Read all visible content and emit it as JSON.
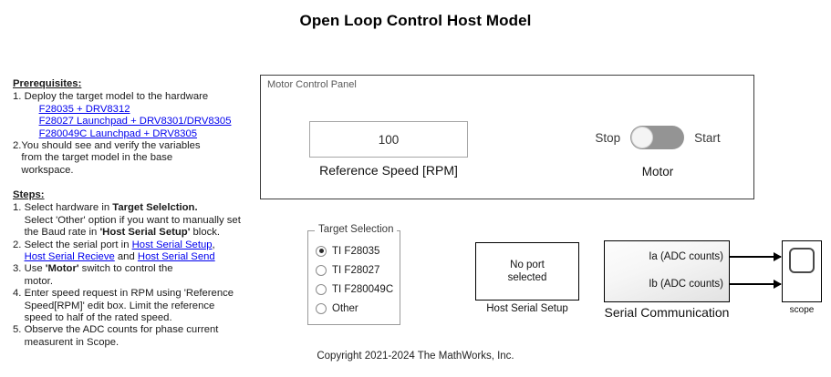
{
  "page": {
    "title": "Open Loop Control Host Model",
    "copyright": "Copyright 2021-2024 The MathWorks, Inc."
  },
  "prerequisites": {
    "heading": "Prerequisites:",
    "item1_num": "1. ",
    "item1_text": "Deploy the target model to the hardware",
    "link1": "F28035 + DRV8312",
    "link2": "F28027 Launchpad + DRV8301/DRV8305",
    "link3": "F280049C Launchpad + DRV8305",
    "item2_num": "2.",
    "item2_line1": "You should see and verify the variables",
    "item2_line2": "from the target model in the base",
    "item2_line3": "workspace."
  },
  "steps": {
    "heading": "Steps:",
    "s1_num": "1. ",
    "s1_a": "Select hardware in ",
    "s1_bold": "Target Selelction.",
    "s1_b": "Select 'Other' option if you want to manually set",
    "s1_c_pre": "the Baud rate in ",
    "s1_c_bold": "'Host Serial Setup'",
    "s1_c_post": " block.",
    "s2_num": "2. ",
    "s2_pre": "Select the serial port in ",
    "s2_link1": "Host Serial Setup",
    "s2_comma": ",",
    "s2_link2": "Host Serial Recieve",
    "s2_and": " and ",
    "s2_link3": "Host Serial Send",
    "s3_num": "3. ",
    "s3_pre": "Use ",
    "s3_bold": "'Motor'",
    "s3_post": " switch to control the",
    "s3_line2": "motor.",
    "s4_num": "4. ",
    "s4_line1": "Enter speed request in RPM using 'Reference",
    "s4_line2": "Speed[RPM]' edit box. Limit the reference",
    "s4_line3": "speed to  half of the rated speed.",
    "s5_num": "5. ",
    "s5_line1": "Observe the ADC counts for phase current",
    "s5_line2": "measurent in Scope."
  },
  "motor_panel": {
    "title": "Motor Control Panel",
    "speed_value": "100",
    "speed_placeholder": "",
    "speed_label": "Reference Speed [RPM]",
    "switch_off_label": "Stop",
    "switch_on_label": "Start",
    "switch_name": "Motor",
    "switch_state": "Stop",
    "track_color": "#949494",
    "knob_color": "#f4f4f4"
  },
  "target_selection": {
    "legend": "Target Selection",
    "options": [
      {
        "label": "TI F28035",
        "checked": true
      },
      {
        "label": "TI F28027",
        "checked": false
      },
      {
        "label": "TI F280049C",
        "checked": false
      },
      {
        "label": "Other",
        "checked": false
      }
    ]
  },
  "blocks": {
    "host_serial_setup": {
      "body": "No port\nselected",
      "caption": "Host Serial Setup"
    },
    "serial_communication": {
      "caption": "Serial Communication",
      "port_ia": "Ia (ADC counts)",
      "port_ib": "Ib (ADC counts)"
    },
    "scope": {
      "caption": "scope",
      "icon": "scope-screen-icon"
    }
  }
}
